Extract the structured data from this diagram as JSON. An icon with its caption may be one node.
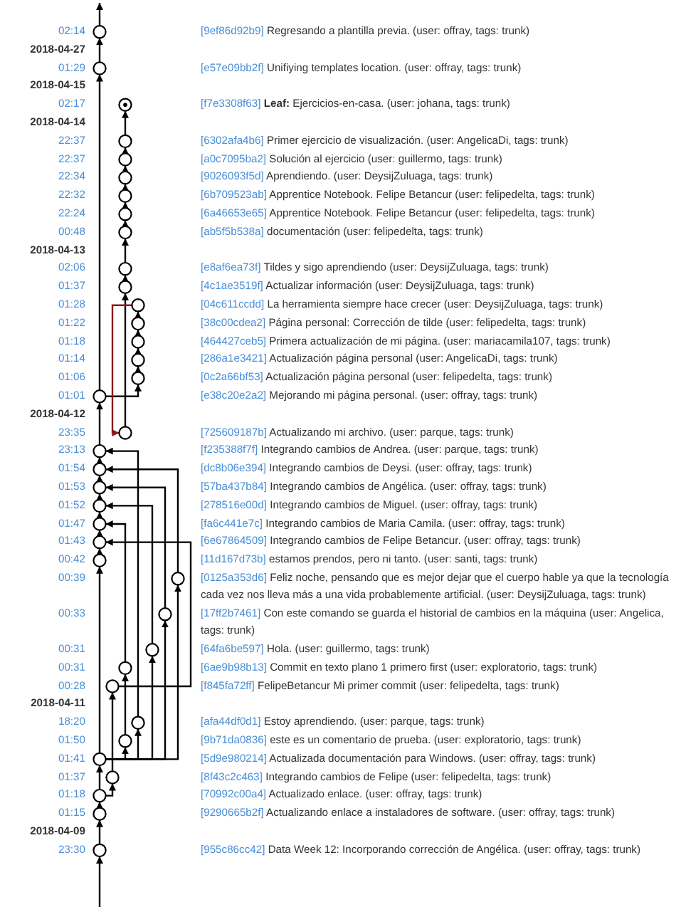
{
  "diagram": {
    "nodes": [
      {
        "text": [],
        "shape": "circle",
        "beside": [
          "[9ef86d92b9]",
          "Regresando a plantilla previa. (user: offray, tags: trunk)"
        ]
      },
      {
        "text": [],
        "shape": "circle",
        "beside": [
          "[e57e09bb2f]",
          "Unifiying templates location. (user: offray, tags: trunk)"
        ]
      },
      {
        "text": [],
        "shape": "circle",
        "beside": [
          "[f7e3308f63]",
          "**Leaf:** Ejercicios-en-casa. (user: johana, tags: trunk)"
        ]
      },
      {
        "text": [],
        "shape": "circle",
        "beside": [
          "[6302afa4b6]",
          "Primer ejercicio de visualización. (user: AngelicaDi, tags: trunk)"
        ]
      },
      {
        "text": [],
        "shape": "circle",
        "beside": [
          "[a0c7095ba2]",
          "Solución al ejercicio (user: guillermo, tags: trunk)"
        ]
      },
      {
        "text": [],
        "shape": "circle",
        "beside": [
          "[9026093f5d]",
          "Aprendiendo. (user: DeysijZuluaga, tags: trunk)"
        ]
      },
      {
        "text": [],
        "shape": "circle",
        "beside": [
          "[6b709523ab]",
          "Apprentice Notebook. Felipe Betancur (user: felipedelta, tags: trunk)"
        ]
      },
      {
        "text": [],
        "shape": "circle",
        "beside": [
          "[6a46653e65]",
          "Apprentice Notebook. Felipe Betancur (user: felipedelta, tags: trunk)"
        ]
      },
      {
        "text": [],
        "shape": "circle",
        "beside": [
          "[ab5f5b538a]",
          "documentación (user: felipedelta, tags: trunk)"
        ]
      },
      {
        "text": [],
        "shape": "circle",
        "beside": [
          "[e8af6ea73f]",
          "Tildes y sigo aprendiendo (user: DeysijZuluaga, tags: trunk)"
        ]
      },
      {
        "text": [],
        "shape": "circle",
        "beside": [
          "[4c1ae3519f]",
          "Actualizar información (user: DeysijZuluaga, tags: trunk)"
        ]
      },
      {
        "text": [],
        "shape": "circle",
        "beside": [
          "[04c611ccdd]",
          "La herramienta siempre hace crecer (user: DeysijZuluaga, tags: trunk)"
        ]
      },
      {
        "text": [],
        "shape": "circle",
        "beside": [
          "[38c00cdea2]",
          "Página personal: Corrección de tilde (user: felipedelta, tags: trunk)"
        ]
      },
      {
        "text": [],
        "shape": "circle",
        "beside": [
          "[464427ceb5]",
          "Primera actualización de mi página. (user: mariacamila107, tags: trunk)"
        ]
      },
      {
        "text": [],
        "shape": "circle",
        "beside": [
          "[286a1e3421]",
          "Actualización página personal (user: AngelicaDi, tags: trunk)"
        ]
      },
      {
        "text": [],
        "shape": "circle",
        "beside": [
          "[0c2a66bf53]",
          "Actualización página personal (user: felipedelta, tags: trunk)"
        ]
      },
      {
        "text": [],
        "shape": "circle",
        "beside": [
          "[e38c20e2a2]",
          "Mejorando mi página personal. (user: offray, tags: trunk)"
        ]
      },
      {
        "text": [],
        "shape": "circle",
        "beside": [
          "[725609187b]",
          "Actualizando mi archivo. (user: parque, tags: trunk)"
        ]
      },
      {
        "text": [],
        "shape": "circle",
        "beside": [
          "[f235388f7f]",
          "Integrando cambios de Andrea. (user: parque, tags: trunk)"
        ]
      },
      {
        "text": [],
        "shape": "circle",
        "beside": [
          "[dc8b06e394]",
          "Integrando cambios de Deysi. (user: offray, tags: trunk)"
        ]
      },
      {
        "text": [],
        "shape": "circle",
        "beside": [
          "[57ba437b84]",
          "Integrando cambios de Angélica. (user: offray, tags: trunk)"
        ]
      },
      {
        "text": [],
        "shape": "circle",
        "beside": [
          "[278516e00d]",
          "Integrando cambios de Miguel. (user: offray, tags: trunk)"
        ]
      },
      {
        "text": [],
        "shape": "circle",
        "beside": [
          "[fa6c441e7c]",
          "Integrando cambios de Maria Camila. (user: offray, tags: trunk)"
        ]
      },
      {
        "text": [],
        "shape": "circle",
        "beside": [
          "[6e67864509]",
          "Integrando cambios de Felipe Betancur. (user: offray, tags: trunk)"
        ]
      },
      {
        "text": [],
        "shape": "circle",
        "beside": [
          "[11d167d73b]",
          "estamos prendos, pero ni tanto. (user: santi, tags: trunk)"
        ]
      },
      {
        "text": [],
        "shape": "circle",
        "beside": [
          "[0125a353d6]",
          "Feliz noche, pensando que es mejor dejar que el cuerpo hable ya que la tecnología cada vez nos lleva más a una vida probablemente artificial. (user: DeysijZuluaga, tags: trunk)"
        ]
      },
      {
        "text": [],
        "shape": "circle",
        "beside": [
          "[17ff2b7461]",
          "Con este comando se guarda el historial de cambios en la máquina (user: Angelica, tags: trunk)"
        ]
      },
      {
        "text": [],
        "shape": "circle",
        "beside": [
          "[64fa6be597]",
          "Hola. (user: guillermo, tags: trunk)"
        ]
      },
      {
        "text": [],
        "shape": "circle",
        "beside": [
          "[6ae9b98b13]",
          "Commit en texto plano 1 primero first (user: exploratorio, tags: trunk)"
        ]
      },
      {
        "text": [],
        "shape": "circle",
        "beside": [
          "[f845fa72ff]",
          "FelipeBetancur Mi primer commit (user: felipedelta, tags: trunk)"
        ]
      },
      {
        "text": [],
        "shape": "circle",
        "beside": [
          "[afa44df0d1]",
          "Estoy aprendiendo. (user: parque, tags: trunk)"
        ]
      },
      {
        "text": [],
        "shape": "circle",
        "beside": [
          "[9b71da0836]",
          "este es un comentario de prueba. (user: exploratorio, tags: trunk)"
        ]
      },
      {
        "text": [],
        "shape": "circle",
        "beside": [
          "[5d9e980214]",
          "Actualizada documentación para Windows. (user: offray, tags: trunk)"
        ]
      },
      {
        "text": [],
        "shape": "circle",
        "beside": [
          "[8f43c2c463]",
          "Integrando cambios de Felipe (user: felipedelta, tags: trunk)"
        ]
      },
      {
        "text": [],
        "shape": "circle",
        "beside": [
          "[70992c00a4]",
          "Actualizado enlace. (user: offray, tags: trunk)"
        ]
      },
      {
        "text": [],
        "shape": "circle",
        "beside": [
          "[9290665b2f]",
          "Actualizando enlace a instaladores de software. (user: offray, tags: trunk)"
        ]
      },
      {
        "text": [],
        "shape": "circle",
        "beside": [
          "[955c86cc42]",
          "Data Week 12: Incorporando corrección de Angélica. (user: offray, tags: trunk)"
        ]
      }
    ],
    "edges": [
      {
        "from": 0,
        "to": null,
        "arrow": "to"
      },
      {
        "from": 1,
        "to": 0,
        "arrow": "to"
      },
      {
        "from": 16,
        "to": 1,
        "arrow": "to"
      },
      {
        "from": 3,
        "to": 2,
        "arrow": "to"
      },
      {
        "from": 4,
        "to": 3,
        "arrow": "to"
      },
      {
        "from": 5,
        "to": 4,
        "arrow": "to"
      },
      {
        "from": 6,
        "to": 5,
        "arrow": "to"
      },
      {
        "from": 7,
        "to": 6,
        "arrow": "to"
      },
      {
        "from": 8,
        "to": 7,
        "arrow": "to"
      },
      {
        "from": 9,
        "to": 8,
        "arrow": "to"
      },
      {
        "from": 10,
        "to": 9,
        "arrow": "to"
      },
      {
        "from": 17,
        "to": 10,
        "arrow": "to"
      },
      {
        "from": 12,
        "to": 11,
        "arrow": "to"
      },
      {
        "from": 13,
        "to": 12,
        "arrow": "to"
      },
      {
        "from": 14,
        "to": 13,
        "arrow": "to"
      },
      {
        "from": 15,
        "to": 14,
        "arrow": "to"
      },
      {
        "from": 16,
        "to": 15,
        "arrow": "to"
      },
      {
        "from": 11,
        "to": 17,
        "arrow": "to",
        "color": "#8b1a1a"
      },
      {
        "from": 18,
        "to": 16,
        "arrow": "to"
      },
      {
        "from": 30,
        "to": 18,
        "arrow": "to"
      },
      {
        "from": 19,
        "to": 18,
        "arrow": "to"
      },
      {
        "from": 25,
        "to": 19,
        "arrow": "to"
      },
      {
        "from": 20,
        "to": 19,
        "arrow": "to"
      },
      {
        "from": 26,
        "to": 20,
        "arrow": "to"
      },
      {
        "from": 21,
        "to": 20,
        "arrow": "to"
      },
      {
        "from": 27,
        "to": 21,
        "arrow": "to"
      },
      {
        "from": 22,
        "to": 21,
        "arrow": "to"
      },
      {
        "from": 28,
        "to": 22,
        "arrow": "to"
      },
      {
        "from": 23,
        "to": 22,
        "arrow": "to"
      },
      {
        "from": 29,
        "to": 23,
        "arrow": "to"
      },
      {
        "from": 24,
        "to": 23,
        "arrow": "to"
      },
      {
        "from": 32,
        "to": 24,
        "arrow": "to"
      },
      {
        "from": 32,
        "to": 25,
        "arrow": "to"
      },
      {
        "from": 32,
        "to": 26,
        "arrow": "to"
      },
      {
        "from": 32,
        "to": 27,
        "arrow": "to"
      },
      {
        "from": 31,
        "to": 28,
        "arrow": "to"
      },
      {
        "from": 33,
        "to": 29,
        "arrow": "to"
      },
      {
        "from": 32,
        "to": 30,
        "arrow": "to"
      },
      {
        "from": 32,
        "to": 31,
        "arrow": "to"
      },
      {
        "from": 34,
        "to": 32,
        "arrow": "to"
      },
      {
        "from": 34,
        "to": 33,
        "arrow": "to"
      },
      {
        "from": 35,
        "to": 34,
        "arrow": "to"
      },
      {
        "from": 36,
        "to": 35,
        "arrow": "to"
      },
      {
        "from": null,
        "to": 36,
        "arrow": "to"
      }
    ],
    "labels": [
      "02:14",
      "2018-04-27",
      "01:29",
      "2018-04-15",
      "02:17",
      "2018-04-14",
      "22:37",
      "22:37",
      "22:34",
      "22:32",
      "22:24",
      "00:48",
      "2018-04-13",
      "02:06",
      "01:37",
      "01:28",
      "01:22",
      "01:18",
      "01:14",
      "01:06",
      "01:01",
      "2018-04-12",
      "23:35",
      "23:13",
      "01:54",
      "01:53",
      "01:52",
      "01:47",
      "01:43",
      "00:42",
      "00:39",
      "00:33",
      "00:31",
      "00:31",
      "00:28",
      "2018-04-11",
      "18:20",
      "01:50",
      "01:41",
      "01:37",
      "01:18",
      "01:15",
      "2018-04-09",
      "23:30"
    ]
  }
}
